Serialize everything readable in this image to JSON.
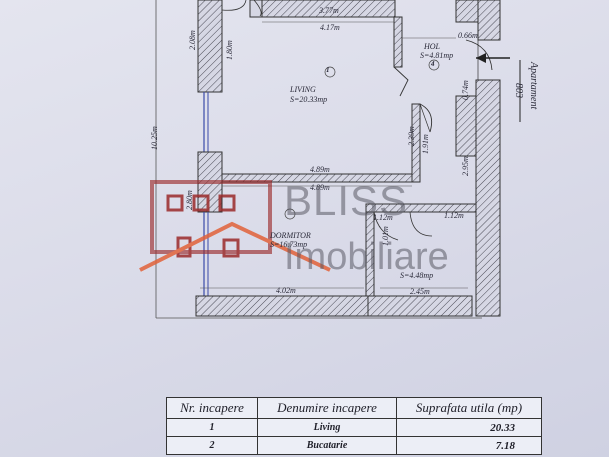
{
  "plan": {
    "rooms": {
      "living_name": "LIVING",
      "living_area": "S=20.33mp",
      "living_no": "1",
      "hol_name": "HOL",
      "hol_area": "S=4.81mp",
      "hol_no": "4",
      "dormitor_name": "DORMITOR",
      "dormitor_area": "S=16.73mp",
      "bucatarie_area": "S=4.48mp"
    },
    "dimensions": {
      "top_3_77": "3.77m",
      "top_4_17": "4.17m",
      "top_0_66": "0.66m",
      "left_10_25": "10.25m",
      "left_2_08": "2.08m",
      "left_1_80": "1.80m",
      "mid_4_89a": "4.89m",
      "mid_4_89b": "4.89m",
      "mid_2_39": "2.39m",
      "mid_1_91": "1.91m",
      "right_0_74": "0.74m",
      "right_2_95": "2.95m",
      "right_1_12": "1.12m",
      "k_1_12": "1.12m",
      "k_1_01": "1.01m",
      "dorm_2_80": "2.80m",
      "bottom_4_02": "4.02m",
      "bottom_2_45": "2.45m"
    },
    "exterior": {
      "apartament": "Apartament",
      "apt_no": "803"
    }
  },
  "watermark": {
    "line1": "BLISS",
    "line2": "Imobiliare",
    "roof_color": "#e2623a",
    "square_color": "#9b2a2a"
  },
  "table": {
    "headers": [
      "Nr. incapere",
      "Denumire incapere",
      "Suprafata utila (mp)"
    ],
    "rows": [
      [
        "1",
        "Living",
        "20.33"
      ],
      [
        "2",
        "Bucatarie",
        "7.18"
      ]
    ]
  }
}
